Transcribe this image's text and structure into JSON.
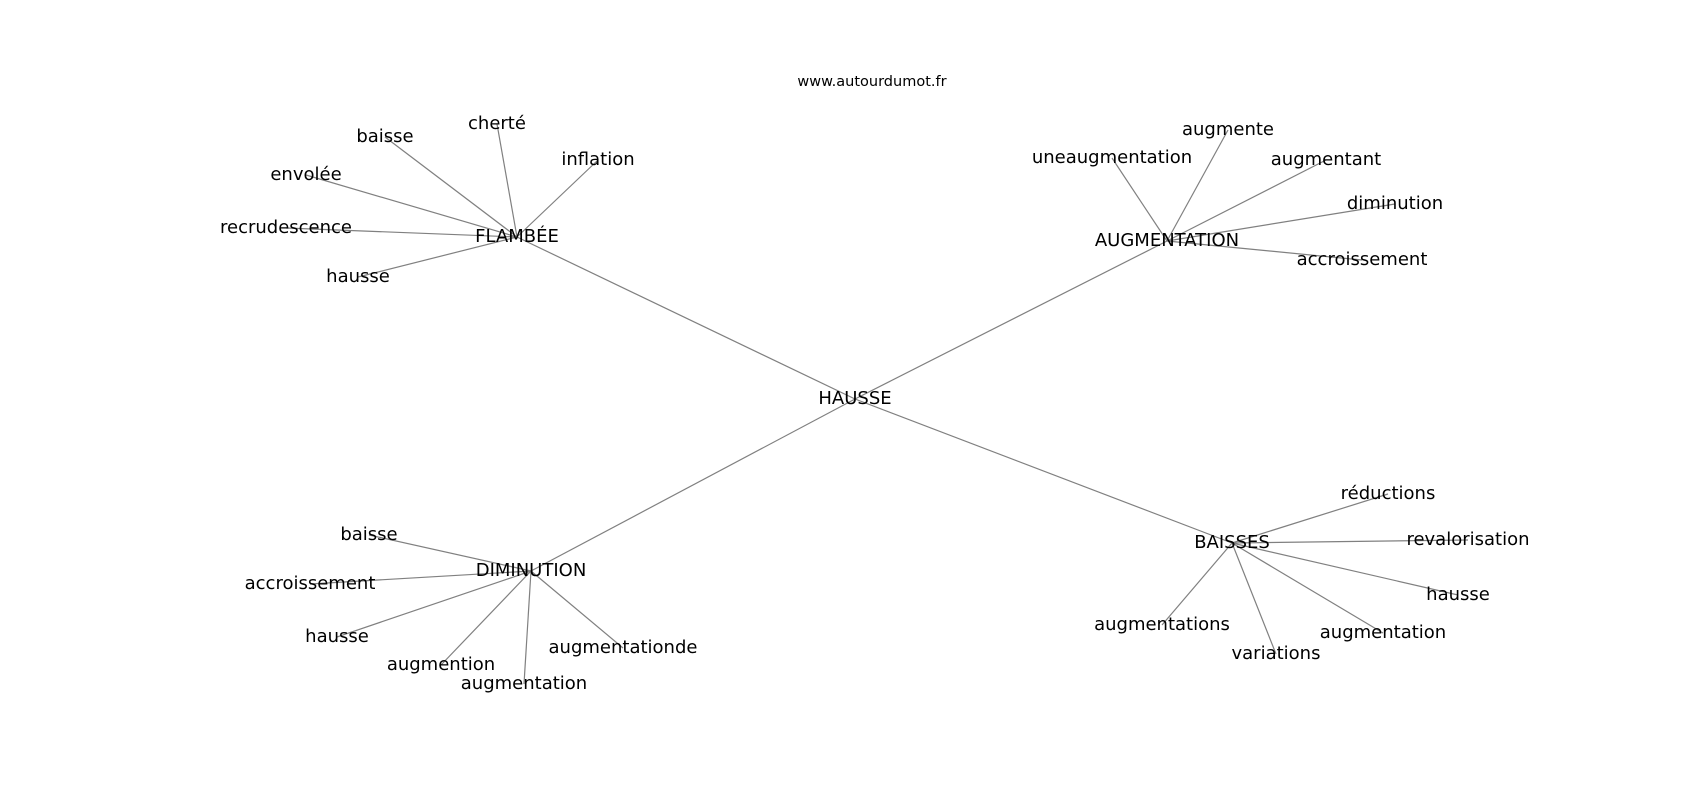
{
  "source": "www.autourdumot.fr",
  "center": "HAUSSE",
  "hubs": [
    {
      "label": "FLAMBÉE",
      "words": [
        "inflation",
        "cherté",
        "baisse",
        "envolée",
        "recrudescence",
        "hausse"
      ]
    },
    {
      "label": "AUGMENTATION",
      "words": [
        "uneaugmentation",
        "augmente",
        "augmentant",
        "diminution",
        "accroissement"
      ]
    },
    {
      "label": "DIMINUTION",
      "words": [
        "baisse",
        "accroissement",
        "hausse",
        "augmention",
        "augmentation",
        "augmentationde"
      ]
    },
    {
      "label": "BAISSES",
      "words": [
        "réductions",
        "revalorisation",
        "hausse",
        "augmentation",
        "variations",
        "augmentations"
      ]
    }
  ]
}
